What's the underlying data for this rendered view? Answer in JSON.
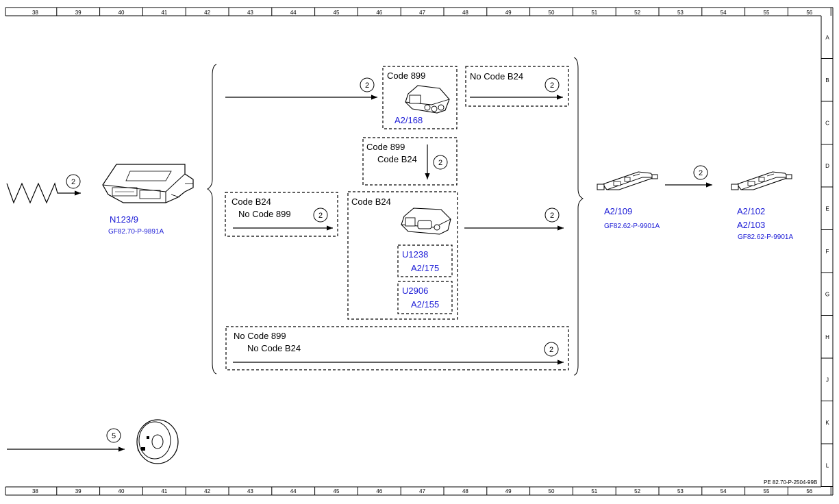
{
  "grid": {
    "columns": [
      "38",
      "39",
      "40",
      "41",
      "42",
      "43",
      "44",
      "45",
      "46",
      "47",
      "48",
      "49",
      "50",
      "51",
      "52",
      "53",
      "54",
      "55",
      "56"
    ],
    "rows": [
      "A",
      "B",
      "C",
      "D",
      "E",
      "F",
      "G",
      "H",
      "J",
      "K",
      "L"
    ]
  },
  "components": {
    "n123": {
      "label": "N123/9",
      "ref": "GF82.70-P-9891A"
    },
    "a2_168": {
      "label": "A2/168"
    },
    "a2_109": {
      "label": "A2/109",
      "ref": "GF82.62-P-9901A"
    },
    "a2_102": {
      "label_1": "A2/102",
      "label_2": "A2/103",
      "ref": "GF82.62-P-9901A"
    },
    "u1238": {
      "code": "U1238",
      "label": "A2/175"
    },
    "u2906": {
      "code": "U2906",
      "label": "A2/155"
    }
  },
  "conditions": {
    "box_a2_168": "Code 899",
    "box_no_b24": "No  Code B24",
    "box_899_b24_line1": "Code 899",
    "box_899_b24_line2": "Code B24",
    "box_b24_no899_line1": "Code B24",
    "box_b24_no899_line2": "No  Code 899",
    "box_b24": "Code B24",
    "box_none_line1": "No Code 899",
    "box_none_line2": "No  Code B24"
  },
  "markers": {
    "m2": "2",
    "m5": "5"
  },
  "footer": {
    "doc_id": "PE 82.70-P-2504-99B"
  }
}
